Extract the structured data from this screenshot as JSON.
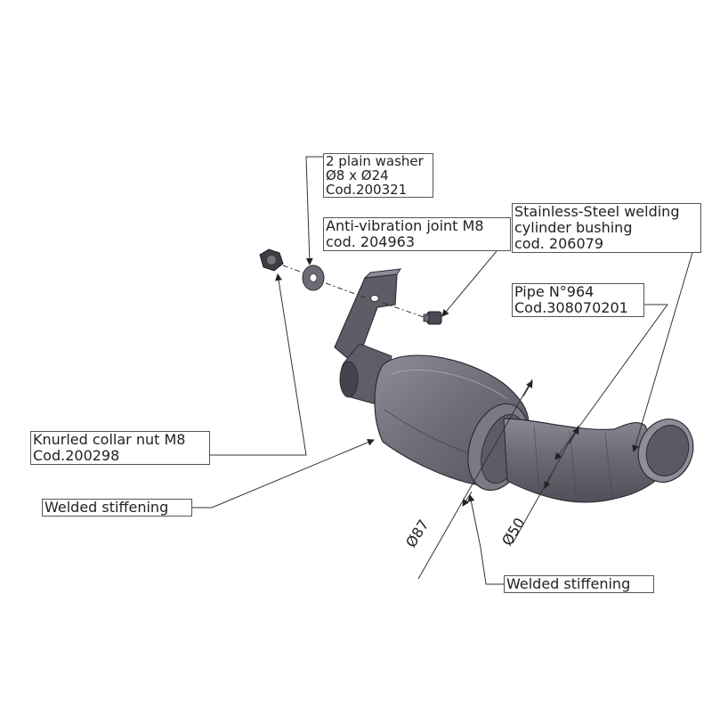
{
  "labels": {
    "washer": [
      "2 plain washer",
      "Ø8 x Ø24",
      "Cod.200321"
    ],
    "joint": [
      "Anti-vibration joint M8",
      "cod. 204963"
    ],
    "bushing": [
      "Stainless-Steel welding",
      "cylinder bushing",
      "cod. 206079"
    ],
    "pipe": [
      "Pipe N°964",
      "Cod.308070201"
    ],
    "nut": [
      "Knurled collar nut M8",
      "Cod.200298"
    ],
    "weld_left": "Welded stiffening",
    "weld_bottom": "Welded stiffening"
  },
  "dimensions": {
    "d87": "Ø87",
    "d50": "Ø50"
  },
  "colors": {
    "part_fill": "#6f6f7a",
    "part_dark": "#4a4a55",
    "part_light": "#9a9aa5",
    "leader": "#333333"
  }
}
